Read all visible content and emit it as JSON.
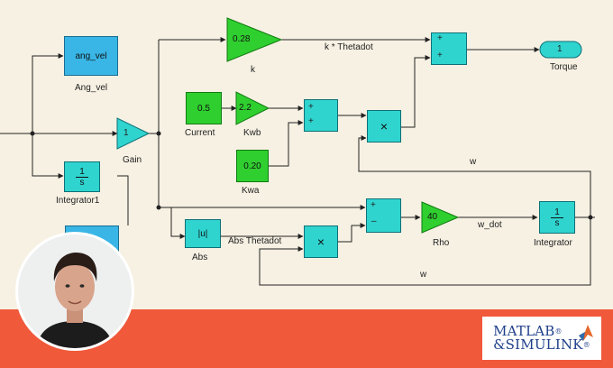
{
  "diagram": {
    "blocks": {
      "ang_vel": {
        "text": "ang_vel",
        "label": "Ang_vel"
      },
      "gain_k": {
        "text": "0.28",
        "label": "k"
      },
      "gain_main": {
        "text": "1",
        "label": "Gain"
      },
      "integrator1": {
        "text_num": "1",
        "text_den": "s",
        "label": "Integrator1"
      },
      "current": {
        "text": "0.5",
        "label": "Current"
      },
      "kwb": {
        "text": "2.2",
        "label": "Kwb"
      },
      "kwa": {
        "text": "0.20",
        "label": "Kwa"
      },
      "torque": {
        "text": "1",
        "label": "Torque"
      },
      "abs": {
        "text": "|u|",
        "label": "Abs"
      },
      "rho": {
        "text": "40",
        "label": "Rho"
      },
      "integrator": {
        "text_num": "1",
        "text_den": "s",
        "label": "Integrator"
      },
      "product_symbol": "×",
      "sum_plus": "+",
      "sum_minus": "–"
    },
    "signals": {
      "k_thetadot": "k * Thetadot",
      "abs_thetadot": "Abs Thetadot",
      "w_dot": "w_dot",
      "w_upper": "w",
      "w_lower": "w"
    }
  },
  "brand": {
    "logo_line1": "MATLAB",
    "logo_line2": "&SIMULINK",
    "logo_reg": "®"
  },
  "colors": {
    "background": "#f7f1e3",
    "banner": "#f0593a",
    "block_cyan": "#2fd4cf",
    "block_green": "#2fcf2f",
    "block_blue": "#39b6e6",
    "logo_blue": "#1f3f8a"
  }
}
